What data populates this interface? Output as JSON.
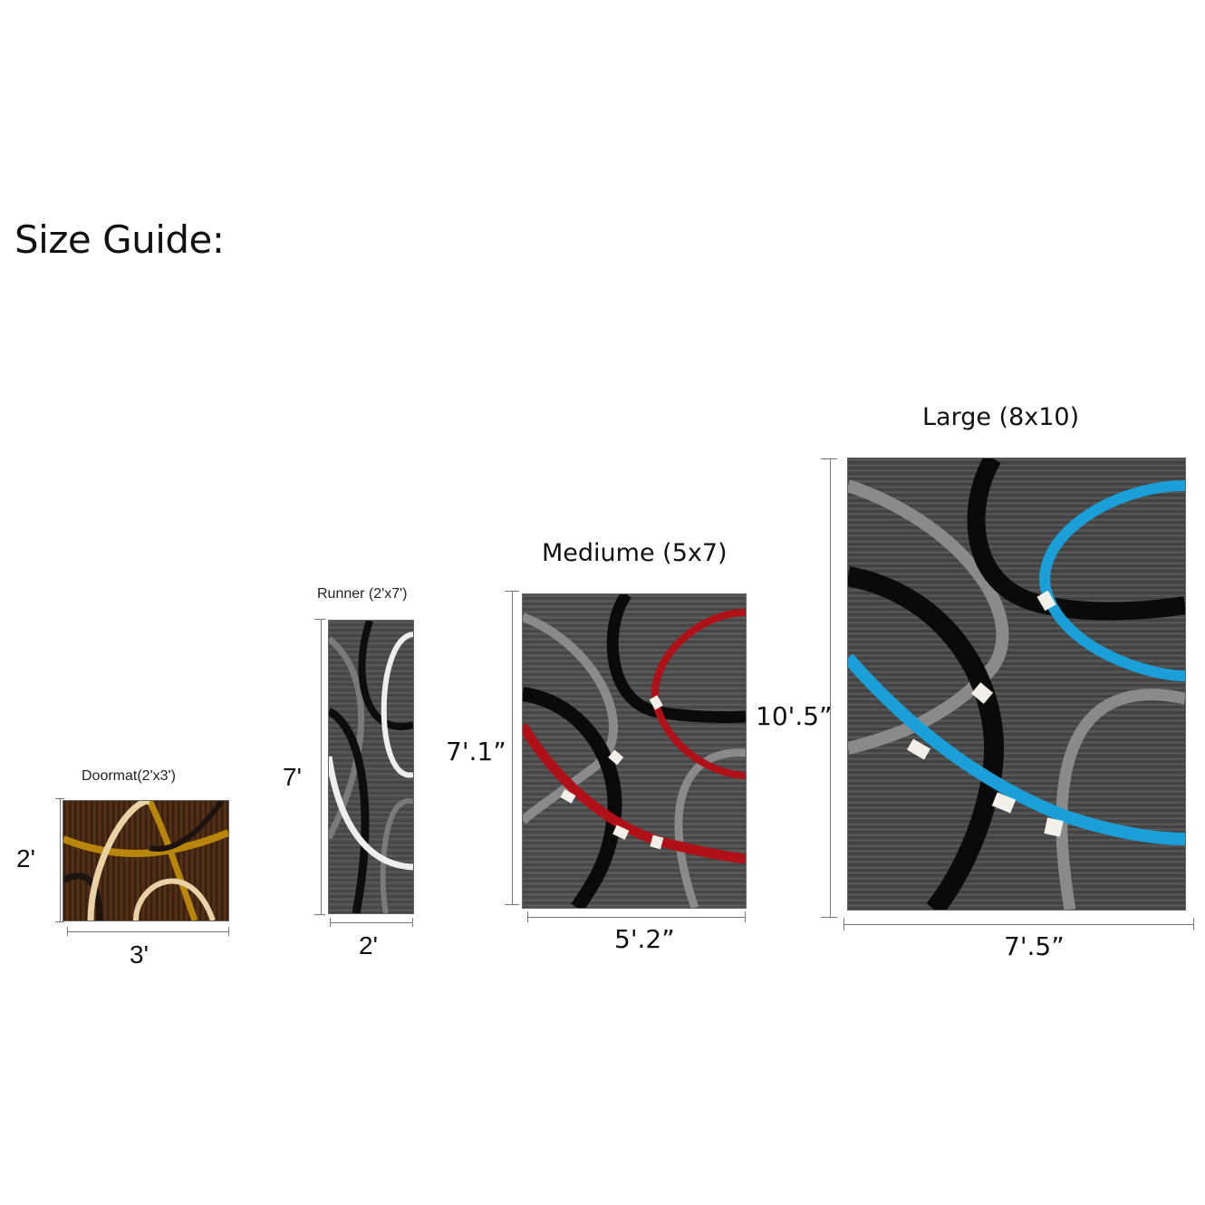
{
  "title": "Size Guide:",
  "rugs": [
    {
      "name": "Doormat(2'x3')",
      "height_label": "2'",
      "width_label": "3'",
      "style": "brown",
      "colors": {
        "bg": "#4a2a14",
        "arc_light": "#e8d2a6",
        "arc_gold": "#b8860b",
        "arc_dark": "#1c1410"
      }
    },
    {
      "name": "Runner (2'x7')",
      "height_label": "7'",
      "width_label": "2'",
      "style": "grey",
      "colors": {
        "bg": "#4d4d4d",
        "arc_light": "#eeeeee",
        "arc_dark": "#0d0d0d",
        "arc_grey": "#7a7a7a"
      }
    },
    {
      "name": "Mediume (5x7)",
      "height_label": "7'.1”",
      "width_label": "5'.2”",
      "style": "red",
      "colors": {
        "bg": "#4f4f4f",
        "accent": "#b01018",
        "arc_dark": "#0a0a0a",
        "arc_grey": "#8a8a8a"
      }
    },
    {
      "name": "Large (8x10)",
      "height_label": "10'.5”",
      "width_label": "7'.5”",
      "style": "blue",
      "colors": {
        "bg": "#4a4a4a",
        "accent": "#1a9fd8",
        "arc_dark": "#0a0a0a",
        "arc_grey": "#8a8a8a"
      }
    }
  ]
}
